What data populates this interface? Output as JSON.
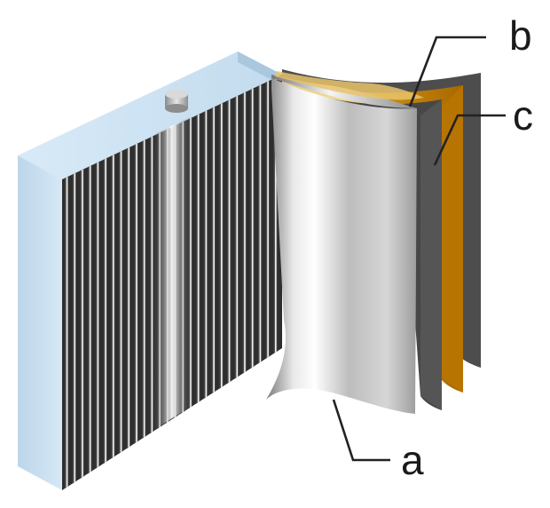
{
  "labels": {
    "a": "a",
    "b": "b",
    "c": "c"
  },
  "colors": {
    "frame_face": "#cfe3f2",
    "frame_top": "#bcd7ec",
    "separator_bronze": "#b87400",
    "sheet_dark": "#4a4a4a",
    "sheet_silver": "#c9c9c9",
    "label_line": "#222222"
  },
  "icons": {
    "terminal": "terminal-post-icon",
    "pleats": "pleated-electrode-stack-icon"
  }
}
